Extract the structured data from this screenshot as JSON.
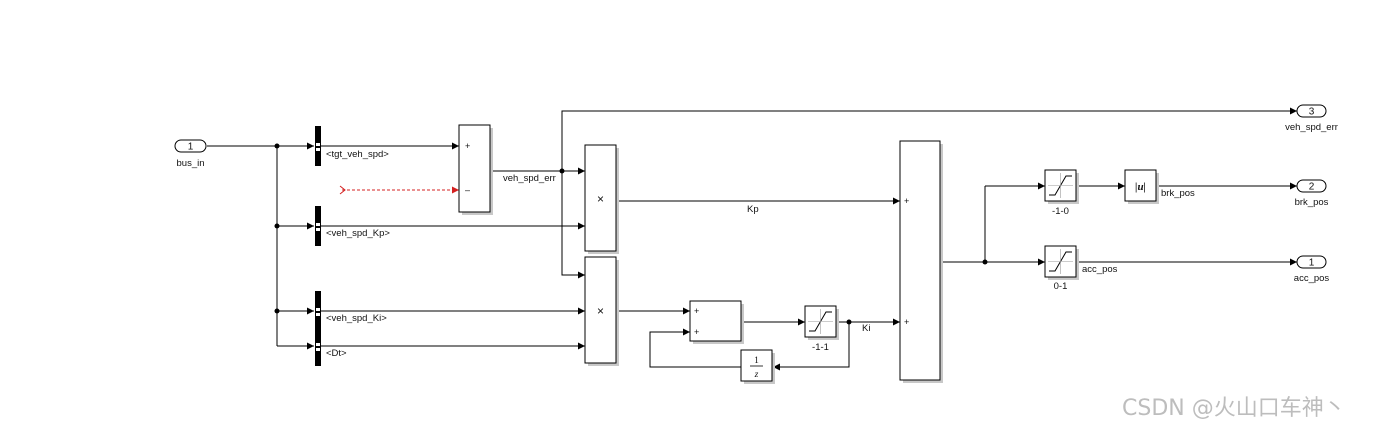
{
  "inports": {
    "bus_in": {
      "number": "1",
      "label": "bus_in"
    }
  },
  "selectors": {
    "sel1_signal": "<tgt_veh_spd>",
    "sel2_signal": "<veh_spd_Kp>",
    "sel3_signal1": "<veh_spd_Ki>",
    "sel3_signal2": "<Dt>"
  },
  "signals": {
    "veh_spd_err": "veh_spd_err",
    "kp": "Kp",
    "ki": "Ki",
    "brk_pos": "brk_pos",
    "acc_pos": "acc_pos"
  },
  "blocks": {
    "sum_err_signs": [
      "+",
      "–"
    ],
    "product_op": "×",
    "sum_int_signs": [
      "+",
      "+"
    ],
    "sum_out_signs": [
      "+",
      "+"
    ],
    "sat_int_label": "-1-1",
    "sat_brk_label": "-1-0",
    "sat_acc_label": "0-1",
    "abs_label": "|u|",
    "delay_num": "1",
    "delay_den": "z"
  },
  "outports": {
    "veh_spd_err": {
      "number": "3",
      "label": "veh_spd_err"
    },
    "brk_pos": {
      "number": "2",
      "label": "brk_pos"
    },
    "acc_pos": {
      "number": "1",
      "label": "acc_pos"
    }
  },
  "watermark": "CSDN @火山口车神丶",
  "colors": {
    "wire": "#000000",
    "unconnected_line": "#d42020",
    "block_fill": "#ffffff"
  }
}
